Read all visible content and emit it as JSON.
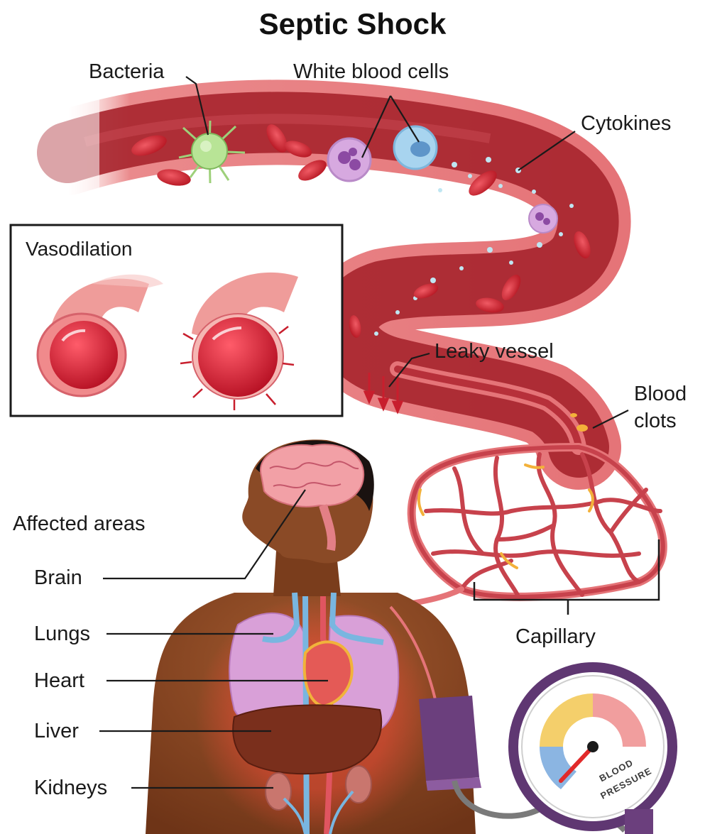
{
  "title": "Septic Shock",
  "labels": {
    "bacteria": "Bacteria",
    "white_blood_cells": "White blood cells",
    "cytokines": "Cytokines",
    "leaky_vessel": "Leaky vessel",
    "blood_clots_line1": "Blood",
    "blood_clots_line2": "clots",
    "capillary": "Capillary"
  },
  "inset": {
    "title": "Vasodilation"
  },
  "affected": {
    "heading": "Affected areas",
    "organs": [
      "Brain",
      "Lungs",
      "Heart",
      "Liver",
      "Kidneys"
    ]
  },
  "gauge": {
    "line1": "BLOOD",
    "line2": "PRESSURE"
  },
  "colors": {
    "vessel": "#e57478",
    "vessel_inner": "#a8262f",
    "red_cell": "#c81e2d",
    "lung": "#d9a0d8",
    "skin": "#8a4a26",
    "liver": "#7a2f1c",
    "cuff": "#6b3f7d"
  }
}
